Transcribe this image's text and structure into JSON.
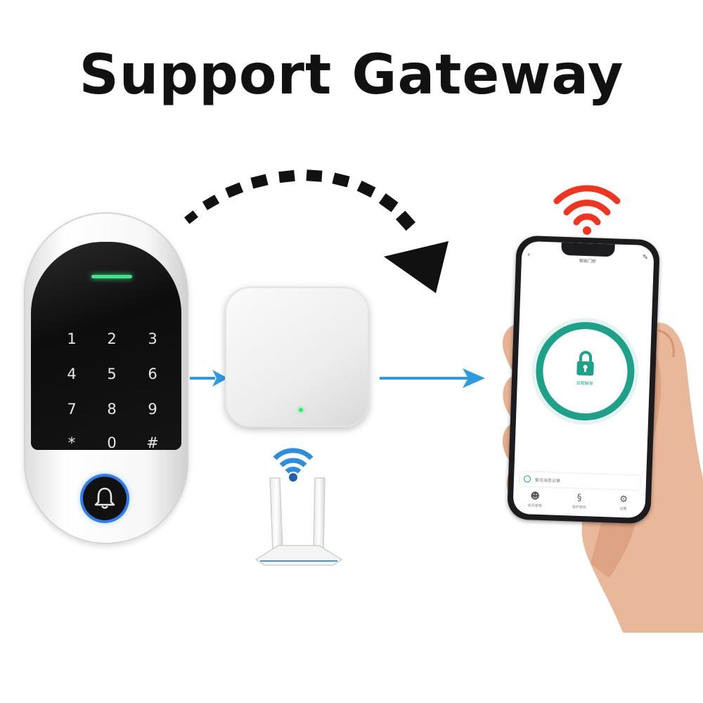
{
  "title": "Support Gateway",
  "keypad": {
    "keys": [
      "1",
      "2",
      "3",
      "4",
      "5",
      "6",
      "7",
      "8",
      "9",
      "*",
      "0",
      "#"
    ]
  },
  "phone_app": {
    "header_title": "智能门锁",
    "lock_label": "远程解锁",
    "notice_text": "暂无消息记录",
    "nav": [
      {
        "icon": "user-icon",
        "label": "成员管理"
      },
      {
        "icon": "password-icon",
        "label": "临时密码"
      },
      {
        "icon": "settings-icon",
        "label": "设置"
      }
    ]
  },
  "colors": {
    "accent_teal": "#1ea189",
    "arrow_blue": "#2d9be2",
    "wifi_red": "#f0341f",
    "wifi_blue": "#2a8fe0",
    "bell_ring_blue": "#2f7de8",
    "led_green": "#3fe38a"
  }
}
